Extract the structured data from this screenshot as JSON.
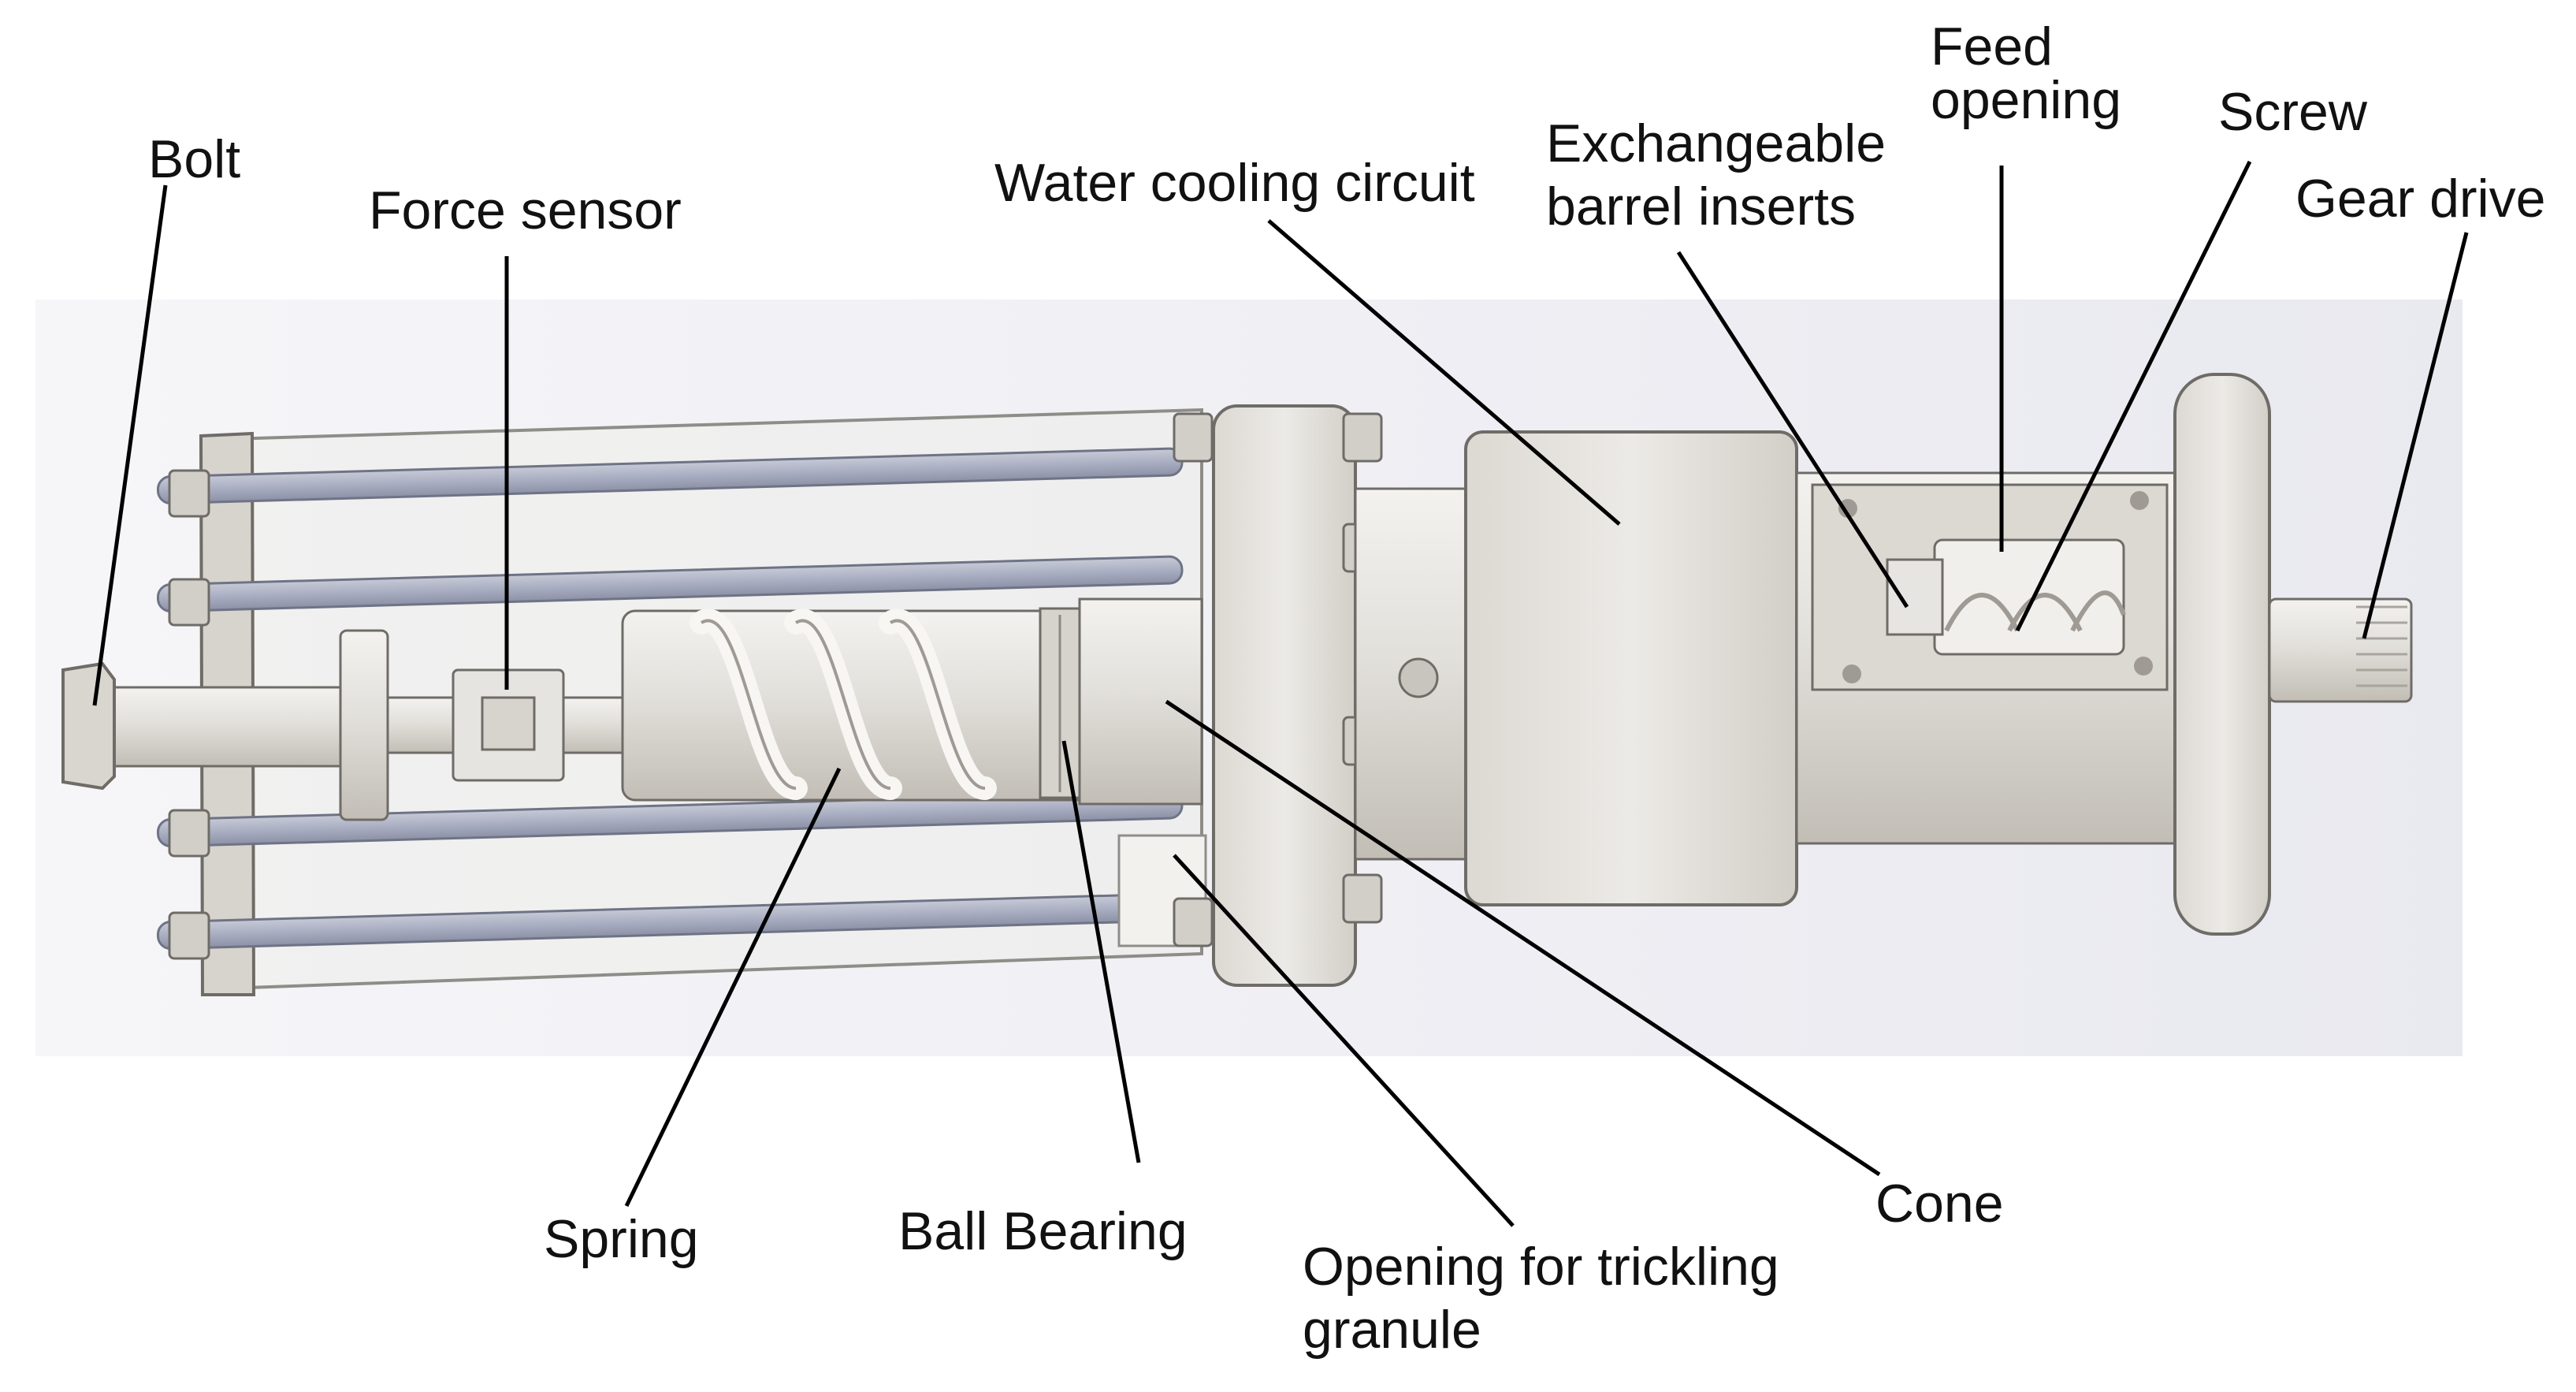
{
  "labels": {
    "bolt": "Bolt",
    "force_sensor": "Force sensor",
    "water_cooling": "Water cooling circuit",
    "exchangeable_1": "Exchangeable",
    "exchangeable_2": "barrel inserts",
    "feed_1": "Feed",
    "feed_2": "opening",
    "screw": "Screw",
    "gear_drive": "Gear drive",
    "spring": "Spring",
    "ball_bearing": "Ball Bearing",
    "opening_1": "Opening for trickling",
    "opening_2": "granule",
    "cone": "Cone"
  },
  "colors": {
    "metal_light": "#e4e2de",
    "metal_mid": "#cfccc6",
    "metal_dark": "#a9a59e",
    "rod": "#a7acbf",
    "background_panel": "#eeeef3",
    "outline": "#555555"
  }
}
